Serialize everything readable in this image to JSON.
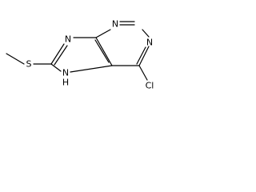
{
  "molecule": {
    "atoms": {
      "n1": "N",
      "n3": "N",
      "cl": "Cl",
      "n9": "N",
      "n7": "N",
      "n7h": "H",
      "s": "S"
    }
  }
}
